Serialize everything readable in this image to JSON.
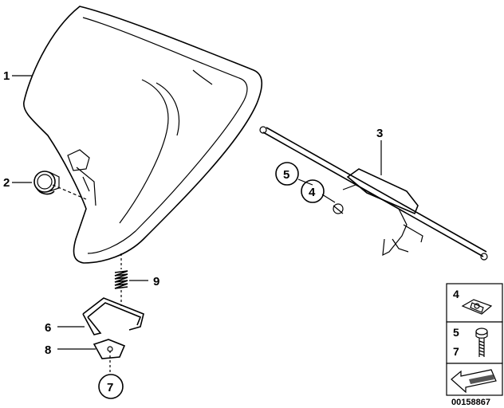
{
  "callouts": {
    "c1": "1",
    "c2": "2",
    "c3": "3",
    "c4": "4",
    "c5": "5",
    "c6": "6",
    "c7": "7",
    "c8": "8",
    "c9": "9"
  },
  "kit_legend": {
    "row1_label": "4",
    "row2_label_a": "5",
    "row2_label_b": "7"
  },
  "document_number": "00158867"
}
